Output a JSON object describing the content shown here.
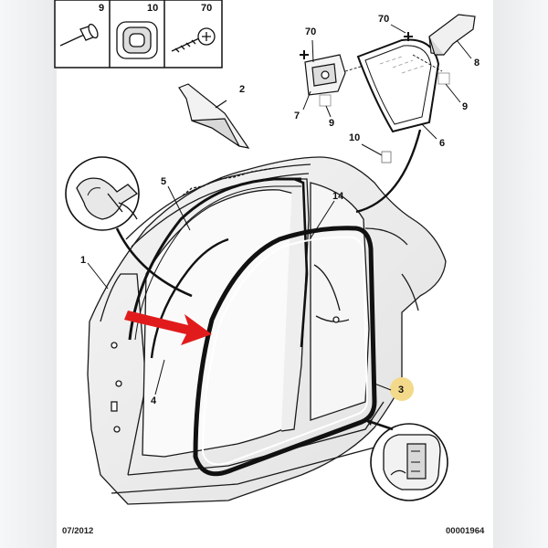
{
  "parts_box": {
    "items": [
      "9",
      "10",
      "70"
    ]
  },
  "callouts": {
    "c1": "1",
    "c2": "2",
    "c3": "3",
    "c4": "4",
    "c5": "5",
    "c6": "6",
    "c7": "7",
    "c8": "8",
    "c9a": "9",
    "c9b": "9",
    "c10": "10",
    "c14": "14",
    "c70a": "70",
    "c70b": "70"
  },
  "footer": {
    "date": "07/2012",
    "ref": "00001964"
  },
  "colors": {
    "arrow": "#e11b1b",
    "highlight": "#f3d98a",
    "line": "#1a1a1a"
  }
}
